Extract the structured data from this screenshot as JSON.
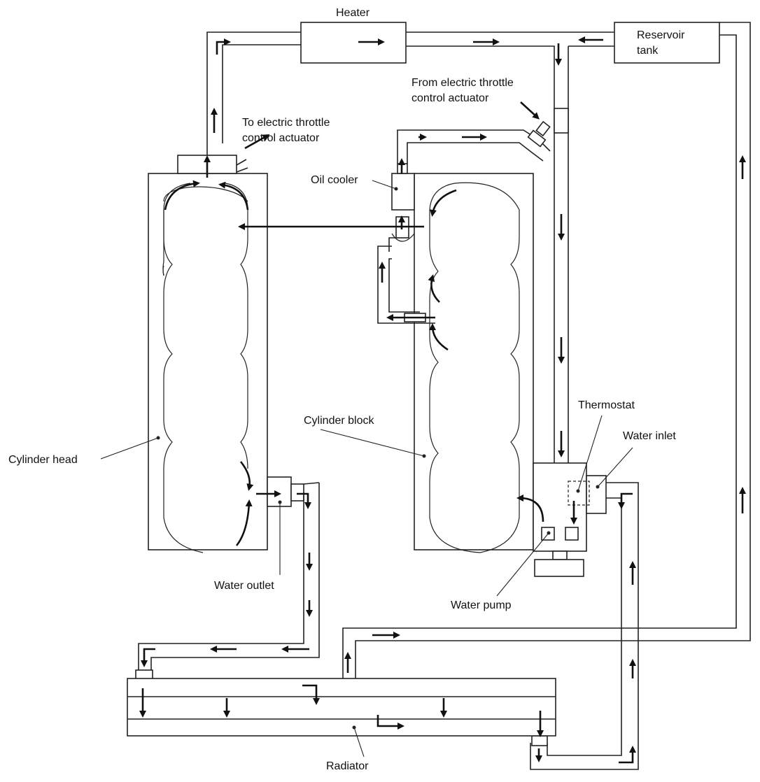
{
  "labels": {
    "heater": "Heater",
    "reservoir_line1": "Reservoir",
    "reservoir_line2": "tank",
    "from_actuator_line1": "From electric throttle",
    "from_actuator_line2": "control actuator",
    "to_actuator_line1": "To electric throttle",
    "to_actuator_line2": "control actuator",
    "oil_cooler": "Oil cooler",
    "thermostat": "Thermostat",
    "water_inlet": "Water inlet",
    "cylinder_block": "Cylinder block",
    "cylinder_head": "Cylinder head",
    "water_outlet": "Water outlet",
    "water_pump": "Water pump",
    "radiator": "Radiator"
  }
}
